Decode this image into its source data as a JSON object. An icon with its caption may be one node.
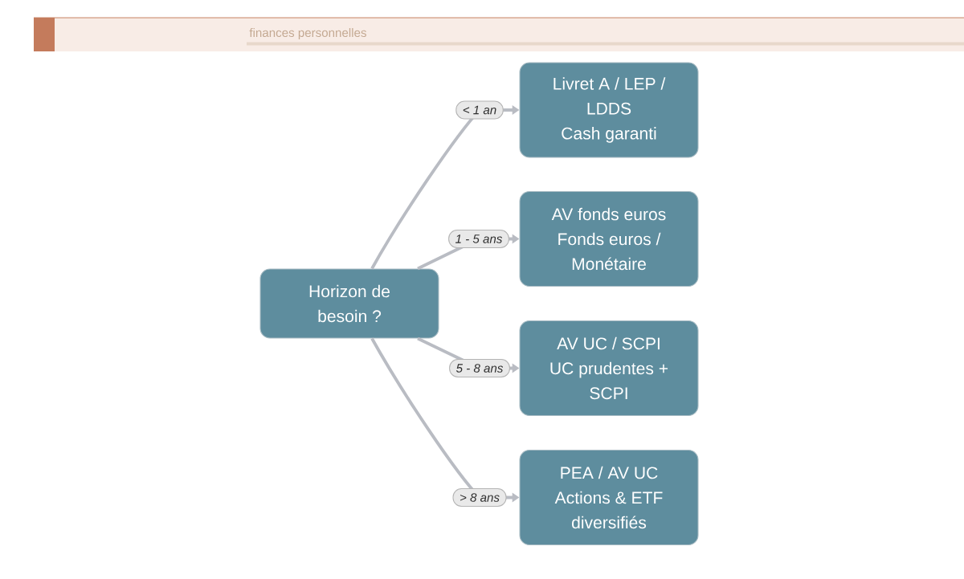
{
  "diagram": {
    "nodes": [
      {
        "text": [
          "Horizon de besoin ?"
        ]
      },
      {
        "text": [
          "Livret A / LEP / LDDS",
          "Cash garanti"
        ]
      },
      {
        "text": [
          "AV fonds euros",
          "Fonds euros / Monétaire"
        ]
      },
      {
        "text": [
          "AV UC / SCPI",
          "UC prudentes + SCPI"
        ]
      },
      {
        "text": [
          "PEA / AV UC",
          "Actions & ETF diversifiés"
        ]
      }
    ],
    "edges": [
      {
        "from": 0,
        "to": 1,
        "arrow": "to",
        "label": "< 1 an"
      },
      {
        "from": 0,
        "to": 2,
        "arrow": "to",
        "label": "1 - 5 ans"
      },
      {
        "from": 0,
        "to": 3,
        "arrow": "to",
        "label": "5 - 8 ans"
      },
      {
        "from": 0,
        "to": 4,
        "arrow": "to",
        "label": "> 8 ans"
      }
    ],
    "labels": [
      "finances personnelles"
    ]
  }
}
